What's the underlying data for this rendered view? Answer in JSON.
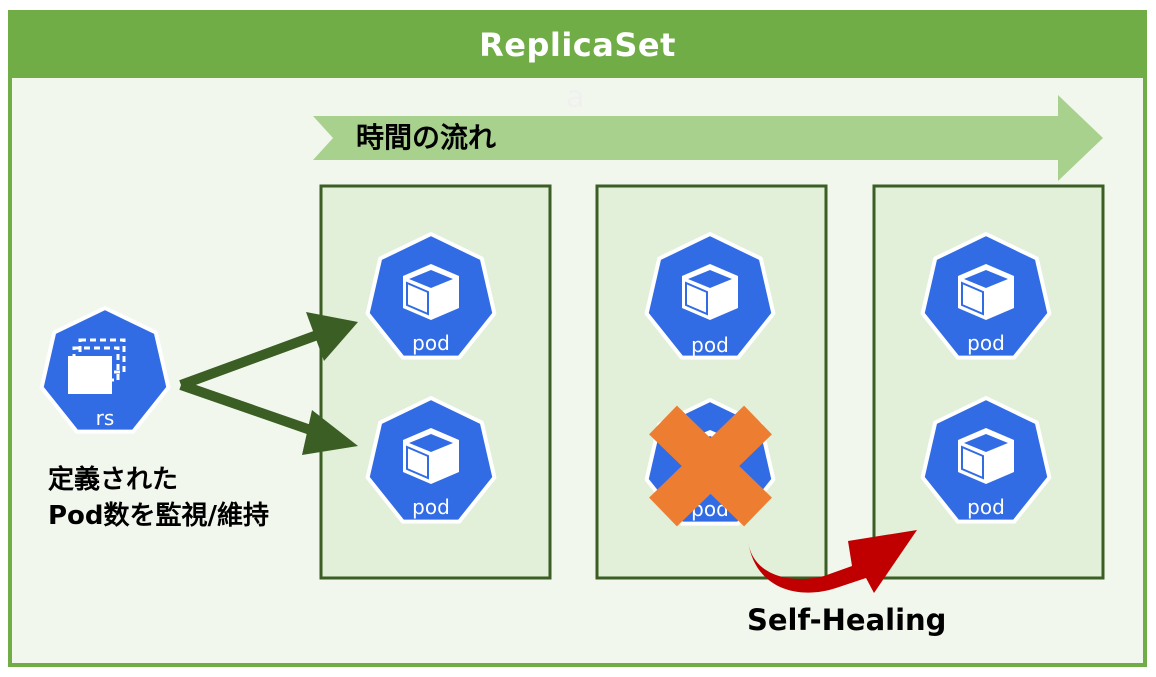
{
  "title": "ReplicaSet",
  "faint_mark": "a",
  "time_arrow_label": "時間の流れ",
  "replicaset_icon_label": "rs",
  "pod_icon_label": "pod",
  "description_lines": [
    "定義された",
    "Pod数を監視/維持"
  ],
  "self_healing_label": "Self-Healing",
  "colors": {
    "frame_green": "#70ad47",
    "frame_background": "#f2f7ee",
    "panel_fill": "#e2efd9",
    "panel_border": "#3b5e24",
    "time_arrow": "#a9d18e",
    "fork_arrow": "#3b5e24",
    "k8s_blue": "#326ce5",
    "failure_cross": "#ed7d31",
    "healing_arrow": "#c00000"
  },
  "icons": [
    "replicaset-icon",
    "pod-icon",
    "cube-icon",
    "cross-icon",
    "arrow-icon"
  ],
  "timeline": [
    {
      "stage": 1,
      "pods": [
        "running",
        "running"
      ]
    },
    {
      "stage": 2,
      "pods": [
        "running",
        "failed"
      ]
    },
    {
      "stage": 3,
      "pods": [
        "running",
        "running"
      ]
    }
  ]
}
